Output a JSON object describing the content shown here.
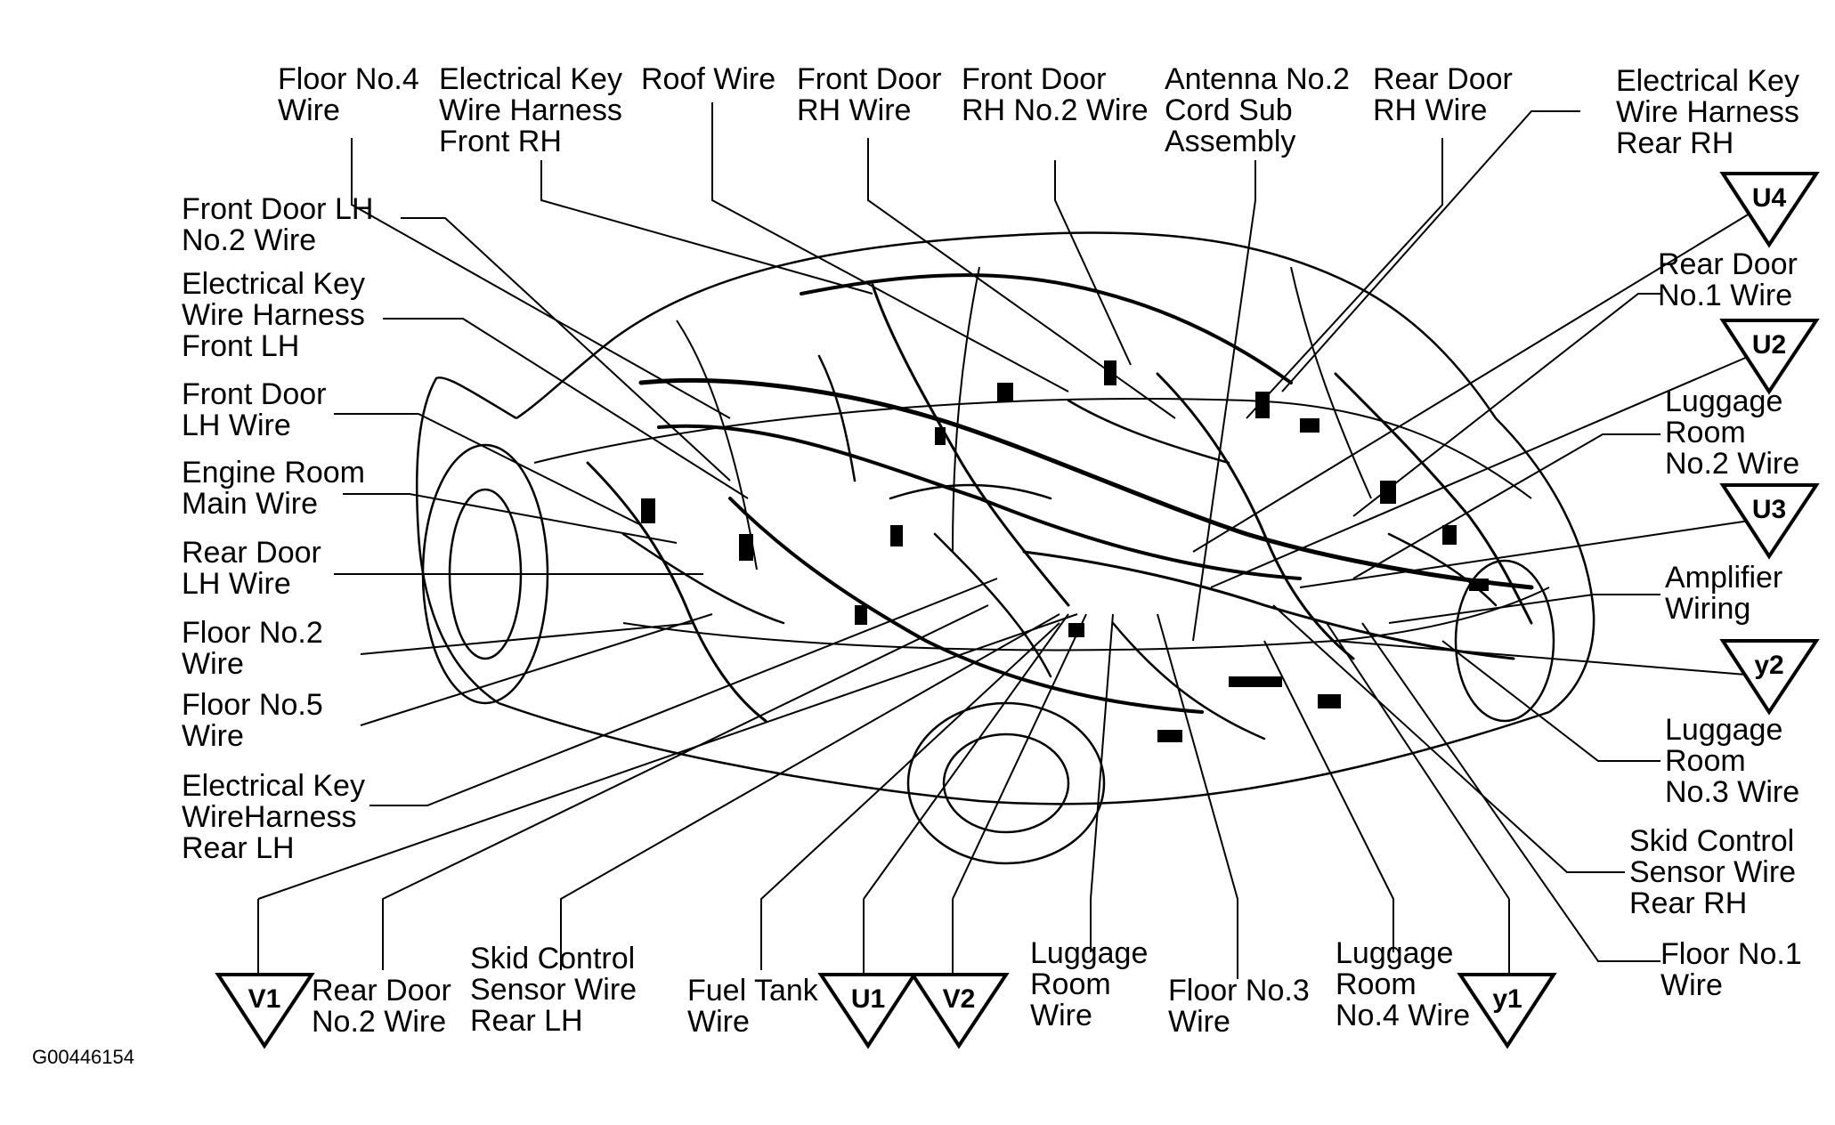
{
  "diagram_code": "G00446154",
  "labels_top": [
    {
      "id": "floor-no4-wire",
      "lines": [
        "Floor No.4",
        "Wire"
      ]
    },
    {
      "id": "electrical-key-wire-harness-front-rh",
      "lines": [
        "Electrical Key",
        "Wire Harness",
        "Front RH"
      ]
    },
    {
      "id": "roof-wire",
      "lines": [
        "Roof Wire"
      ]
    },
    {
      "id": "front-door-rh-wire",
      "lines": [
        "Front Door",
        "RH Wire"
      ]
    },
    {
      "id": "front-door-rh-no2-wire",
      "lines": [
        "Front Door",
        "RH No.2 Wire"
      ]
    },
    {
      "id": "antenna-no2-cord-sub-assembly",
      "lines": [
        "Antenna No.2",
        "Cord Sub",
        "Assembly"
      ]
    },
    {
      "id": "rear-door-rh-wire",
      "lines": [
        "Rear Door",
        "RH Wire"
      ]
    },
    {
      "id": "electrical-key-wire-harness-rear-rh",
      "lines": [
        "Electrical Key",
        "Wire Harness",
        "Rear RH"
      ]
    }
  ],
  "labels_left": [
    {
      "id": "front-door-lh-no2-wire",
      "lines": [
        "Front Door LH",
        "No.2 Wire"
      ]
    },
    {
      "id": "electrical-key-wire-harness-front-lh",
      "lines": [
        "Electrical Key",
        "Wire Harness",
        "Front LH"
      ]
    },
    {
      "id": "front-door-lh-wire",
      "lines": [
        "Front Door",
        "LH Wire"
      ]
    },
    {
      "id": "engine-room-main-wire",
      "lines": [
        "Engine Room",
        "Main Wire"
      ]
    },
    {
      "id": "rear-door-lh-wire",
      "lines": [
        "Rear Door",
        "LH Wire"
      ]
    },
    {
      "id": "floor-no2-wire",
      "lines": [
        "Floor No.2",
        "Wire"
      ]
    },
    {
      "id": "floor-no5-wire",
      "lines": [
        "Floor No.5",
        "Wire"
      ]
    },
    {
      "id": "electrical-key-wire-harness-rear-lh",
      "lines": [
        "Electrical Key",
        "WireHarness",
        "Rear LH"
      ]
    }
  ],
  "labels_right": [
    {
      "id": "rear-door-no1-wire",
      "lines": [
        "Rear Door",
        "No.1 Wire"
      ]
    },
    {
      "id": "luggage-room-no2-wire",
      "lines": [
        "Luggage",
        "Room",
        "No.2 Wire"
      ]
    },
    {
      "id": "amplifier-wiring",
      "lines": [
        "Amplifier",
        "Wiring"
      ]
    },
    {
      "id": "luggage-room-no3-wire",
      "lines": [
        "Luggage",
        "Room",
        "No.3 Wire"
      ]
    },
    {
      "id": "skid-control-sensor-wire-rear-rh",
      "lines": [
        "Skid Control",
        "Sensor Wire",
        "Rear RH"
      ]
    },
    {
      "id": "floor-no1-wire",
      "lines": [
        "Floor No.1",
        "Wire"
      ]
    }
  ],
  "labels_bottom": [
    {
      "id": "rear-door-no2-wire",
      "lines": [
        "Rear Door",
        "No.2 Wire"
      ]
    },
    {
      "id": "skid-control-sensor-wire-rear-lh",
      "lines": [
        "Skid Control",
        "Sensor Wire",
        "Rear LH"
      ]
    },
    {
      "id": "fuel-tank-wire",
      "lines": [
        "Fuel Tank",
        "Wire"
      ]
    },
    {
      "id": "luggage-room-wire",
      "lines": [
        "Luggage",
        "Room",
        "Wire"
      ]
    },
    {
      "id": "floor-no3-wire",
      "lines": [
        "Floor No.3",
        "Wire"
      ]
    },
    {
      "id": "luggage-room-no4-wire",
      "lines": [
        "Luggage",
        "Room",
        "No.4 Wire"
      ]
    }
  ],
  "connector_markers": [
    {
      "id": "u4",
      "text": "U4"
    },
    {
      "id": "u2",
      "text": "U2"
    },
    {
      "id": "u3",
      "text": "U3"
    },
    {
      "id": "y2",
      "text": "y2"
    },
    {
      "id": "v1",
      "text": "V1"
    },
    {
      "id": "u1",
      "text": "U1"
    },
    {
      "id": "v2",
      "text": "V2"
    },
    {
      "id": "y1",
      "text": "y1"
    }
  ]
}
